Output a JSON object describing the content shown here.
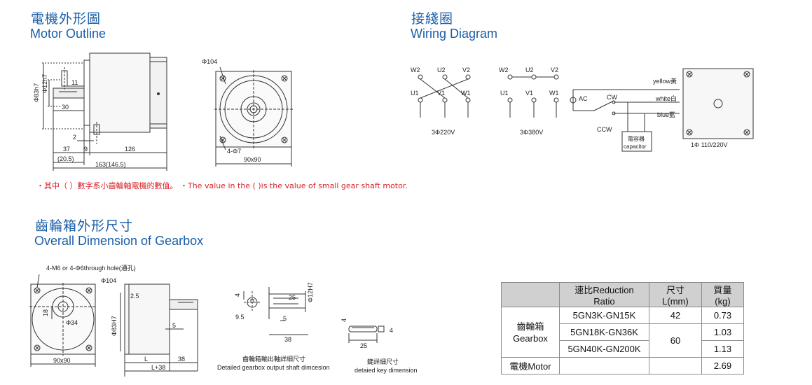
{
  "sections": {
    "motor_outline": {
      "title_cjk": "電機外形圖",
      "title_en": "Motor Outline"
    },
    "wiring": {
      "title_cjk": "接綫圈",
      "title_en": "Wiring Diagram"
    },
    "gearbox": {
      "title_cjk": "齒輪箱外形尺寸",
      "title_en": "Overall Dimension of Gearbox"
    }
  },
  "note": "・其中（ ）數字系小齒輪軸電機的數值。 ・The value in the ( )is the value of small gear shaft motor.",
  "motor_side": {
    "d_shaft": "Φ12h7",
    "d_flange": "Φ83h7",
    "dim_11": "11",
    "dim_30": "30",
    "dim_2": "2",
    "dim_37": "37",
    "dim_9": "9",
    "dim_126": "126",
    "dim_20_5": "(20.5)",
    "dim_total": "163(146.5)"
  },
  "motor_front": {
    "d_104": "Φ104",
    "holes": "4-Φ7",
    "square": "90x90"
  },
  "wiring_3p": {
    "w2": "W2",
    "u2": "U2",
    "v2": "V2",
    "u1": "U1",
    "v1": "V1",
    "w1": "W1",
    "v220": "3Φ220V",
    "v380": "3Φ380V"
  },
  "wiring_1p": {
    "ac": "AC",
    "cw": "CW",
    "ccw": "CCW",
    "cap_cjk": "電容器",
    "cap_en": "capacitor",
    "yellow": "yellow黃",
    "white": "white白",
    "blue": "blue藍",
    "supply": "1Φ    110/220V"
  },
  "gearbox_front": {
    "holes": "4-M6 or 4-Φ6through hole(通孔)",
    "d_104": "Φ104",
    "d_34": "Φ34",
    "dim_18": "18",
    "square": "90x90"
  },
  "gearbox_side": {
    "dim_2_5": "2.5",
    "d_83": "Φ83H7",
    "dim_5": "5",
    "dim_L": "L",
    "dim_38": "38",
    "dim_L38": "L+38"
  },
  "shaft_detail": {
    "dim_4": "4",
    "dim_9_5": "9.5",
    "dim_25": "25",
    "dim_5": "5",
    "dim_38": "38",
    "d_12": "Φ12H7",
    "cap_cjk": "齒輪箱輸出軸詳細尺寸",
    "cap_en": "Detailed gearbox output shaft dimcesion"
  },
  "key_detail": {
    "dim_4a": "4",
    "dim_25": "25",
    "dim_4b": "4",
    "cap_cjk": "鍵詳細尺寸",
    "cap_en": "detaied key dimension"
  },
  "table": {
    "headers": [
      "",
      "速比Reduction Ratio",
      "尺寸L(mm)",
      "質量(kg)"
    ],
    "gearbox_label_cjk": "齒輪箱",
    "gearbox_label_en": "Gearbox",
    "rows": [
      {
        "ratio": "5GN3K-GN15K",
        "L": "42",
        "mass": "0.73"
      },
      {
        "ratio": "5GN18K-GN36K",
        "L": "60",
        "mass": "1.03"
      },
      {
        "ratio": "5GN40K-GN200K",
        "L": "",
        "mass": "1.13"
      }
    ],
    "motor_label": "電機Motor",
    "motor_mass": "2.69"
  }
}
